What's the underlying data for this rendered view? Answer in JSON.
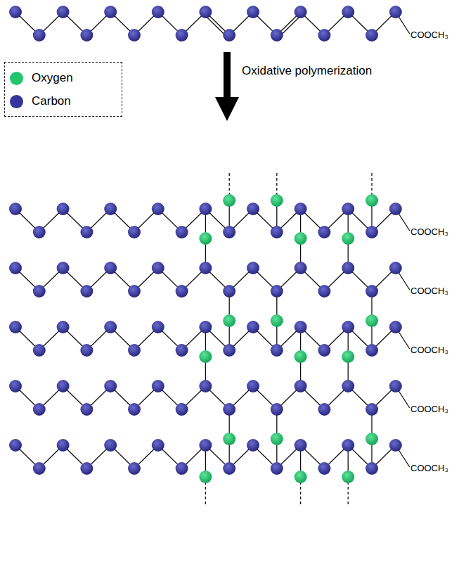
{
  "diagram": {
    "labels": [
      "Oxidative polymerization",
      "COOCH₃",
      "COOCH₃",
      "COOCH₃",
      "COOCH₃",
      "COOCH₃",
      "COOCH₃"
    ],
    "legend": [
      {
        "text": "Oxygen",
        "color": "#22c46e"
      },
      {
        "text": "Carbon",
        "color": "#35359c"
      }
    ]
  }
}
